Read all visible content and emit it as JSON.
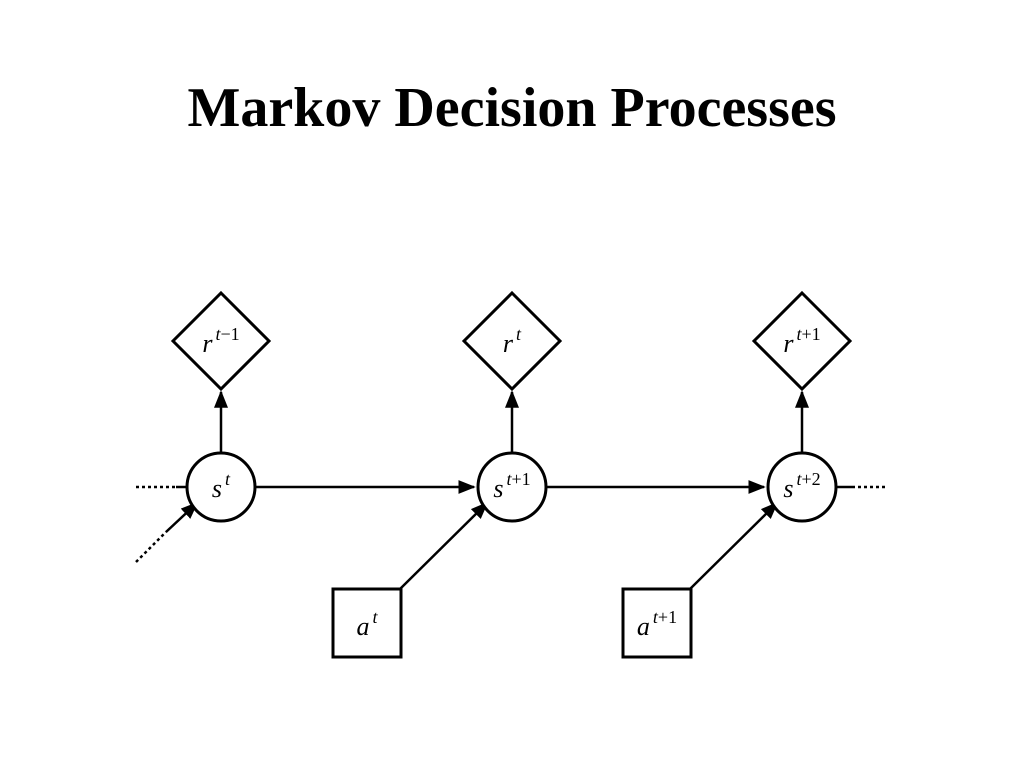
{
  "title": "Markov Decision Processes",
  "nodes": {
    "reward_prev": {
      "base": "r",
      "sup_var": "t",
      "sup_rest": "−1"
    },
    "reward_cur": {
      "base": "r",
      "sup_var": "t",
      "sup_rest": ""
    },
    "reward_next": {
      "base": "r",
      "sup_var": "t",
      "sup_rest": "+1"
    },
    "state_t": {
      "base": "s",
      "sup_var": "t",
      "sup_rest": ""
    },
    "state_t1": {
      "base": "s",
      "sup_var": "t",
      "sup_rest": "+1"
    },
    "state_t2": {
      "base": "s",
      "sup_var": "t",
      "sup_rest": "+2"
    },
    "action_t": {
      "base": "a",
      "sup_var": "t",
      "sup_rest": ""
    },
    "action_t1": {
      "base": "a",
      "sup_var": "t",
      "sup_rest": "+1"
    }
  },
  "colors": {
    "stroke": "#000000",
    "background": "#ffffff"
  }
}
